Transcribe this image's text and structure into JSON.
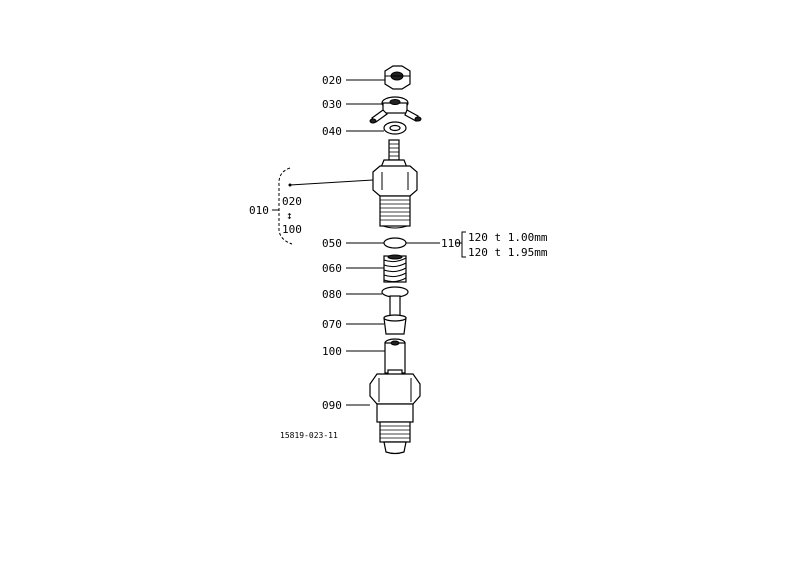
{
  "parts": {
    "nut": "020",
    "connector": "030",
    "washer_top": "040",
    "body_assy": "010",
    "range_start": "020",
    "range_sym": "↕",
    "range_end": "100",
    "ring": "050",
    "spring": "060",
    "seat": "080",
    "spacer": "070",
    "needle": "100",
    "nozzle_nut": "090",
    "shim": "110"
  },
  "shim_options": [
    "120 t 1.00mm",
    "120 t 1.95mm"
  ],
  "drawing_code": "15819-023-11"
}
